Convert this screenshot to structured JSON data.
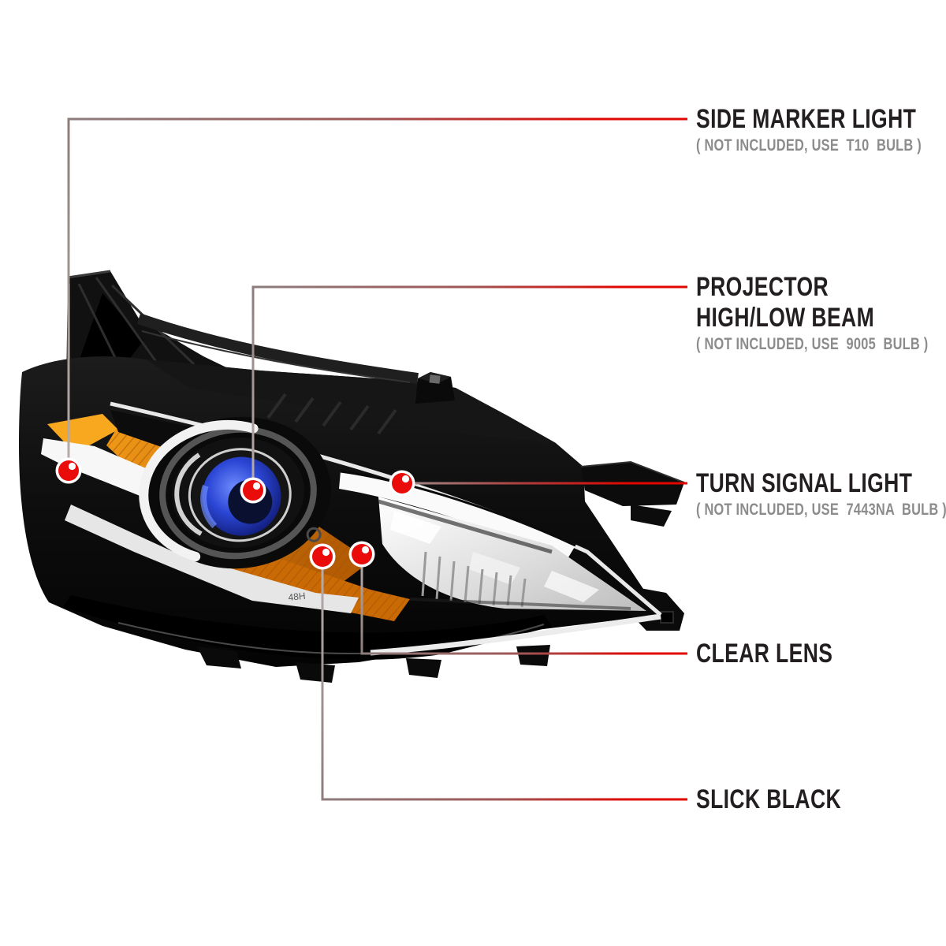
{
  "colors": {
    "accent_red": "#e10600",
    "leader_gray": "#8d7d7d",
    "leader_light_gray": "#b7aeac",
    "title_black": "#231f20",
    "note_gray": "#8c8c8c",
    "marker_red": "#ea0b0b",
    "housing_black": "#0d0d0d",
    "amber_reflector": "#e08008",
    "projector_blue": "#2b46d4",
    "chrome_white": "#f5f5f5"
  },
  "headlight": {
    "etch_text": "48H"
  },
  "callouts": [
    {
      "id": "side-marker",
      "title": "SIDE MARKER LIGHT",
      "title2": "",
      "note": "( NOT INCLUDED, USE  T10  BULB )"
    },
    {
      "id": "projector",
      "title": "PROJECTOR",
      "title2": "HIGH/LOW BEAM",
      "note": "( NOT INCLUDED, USE  9005  BULB )"
    },
    {
      "id": "turn-signal",
      "title": "TURN SIGNAL LIGHT",
      "title2": "",
      "note": "( NOT INCLUDED, USE  7443NA  BULB )"
    },
    {
      "id": "clear-lens",
      "title": "CLEAR LENS",
      "title2": "",
      "note": ""
    },
    {
      "id": "slick-black",
      "title": "SLICK BLACK",
      "title2": "",
      "note": ""
    }
  ]
}
